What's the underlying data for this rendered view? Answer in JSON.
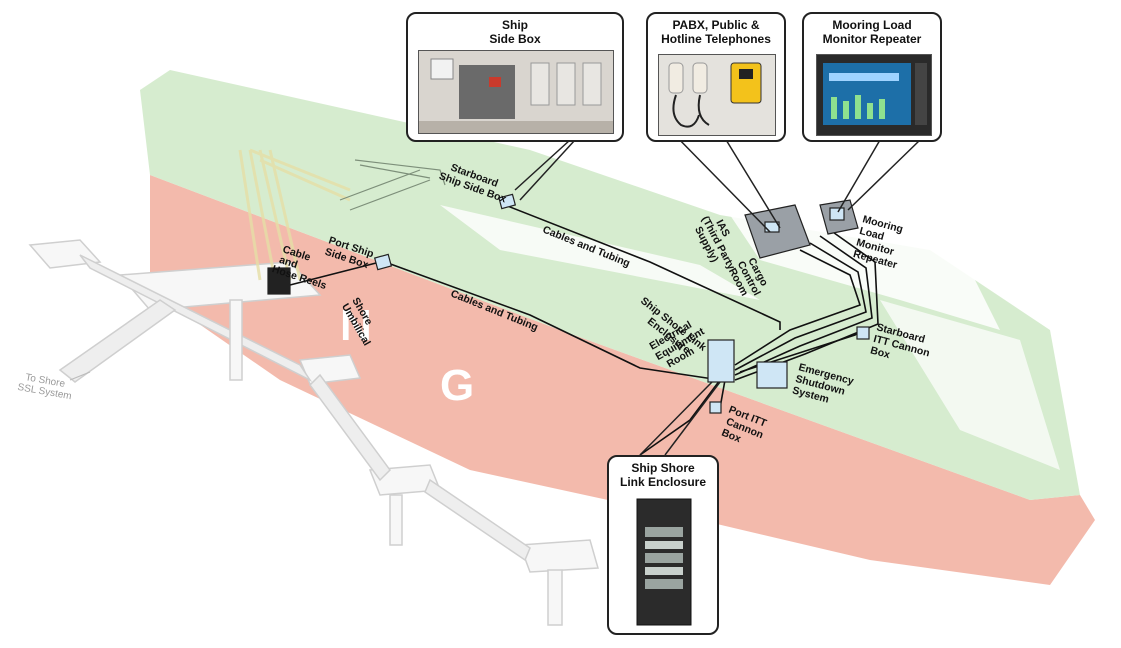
{
  "callouts": {
    "side_box": "Ship\nSide Box",
    "telephones": "PABX, Public &\nHotline Telephones",
    "mooring": "Mooring Load\nMonitor Repeater",
    "enclosure": "Ship Shore\nLink Enclosure"
  },
  "labels": {
    "starboard_box": [
      "Starboard",
      "Ship Side Box"
    ],
    "port_box": [
      "Port Ship",
      "Side Box"
    ],
    "reels": [
      "Cable",
      "and",
      "Hose Reels"
    ],
    "umbilical": [
      "Shore",
      "Umbilical"
    ],
    "cables_upper": "Cables and Tubing",
    "cables_lower": "Cables and Tubing",
    "ias": [
      "IAS",
      "(Third Party",
      "Supply)"
    ],
    "ccr": [
      "Cargo",
      "Control",
      "Room"
    ],
    "mooring_label": [
      "Mooring",
      "Load",
      "Monitor",
      "Repeater"
    ],
    "link_enclosure": [
      "Ship Shore Link",
      "Enclosure"
    ],
    "eer": [
      "Electrical",
      "Equipment",
      "Room"
    ],
    "esd": [
      "Emergency",
      "Shutdown",
      "System"
    ],
    "stbd_itt": [
      "Starboard",
      "ITT Cannon",
      "Box"
    ],
    "port_itt": [
      "Port ITT",
      "Cannon",
      "Box"
    ],
    "to_shore": [
      "To Shore",
      "SSL System"
    ],
    "hull_letters": [
      "N",
      "G"
    ]
  },
  "colors": {
    "hull": "#f2b3a3",
    "deck": "#cfe9c7",
    "outline": "#222222",
    "device": "#cfe6f5"
  }
}
